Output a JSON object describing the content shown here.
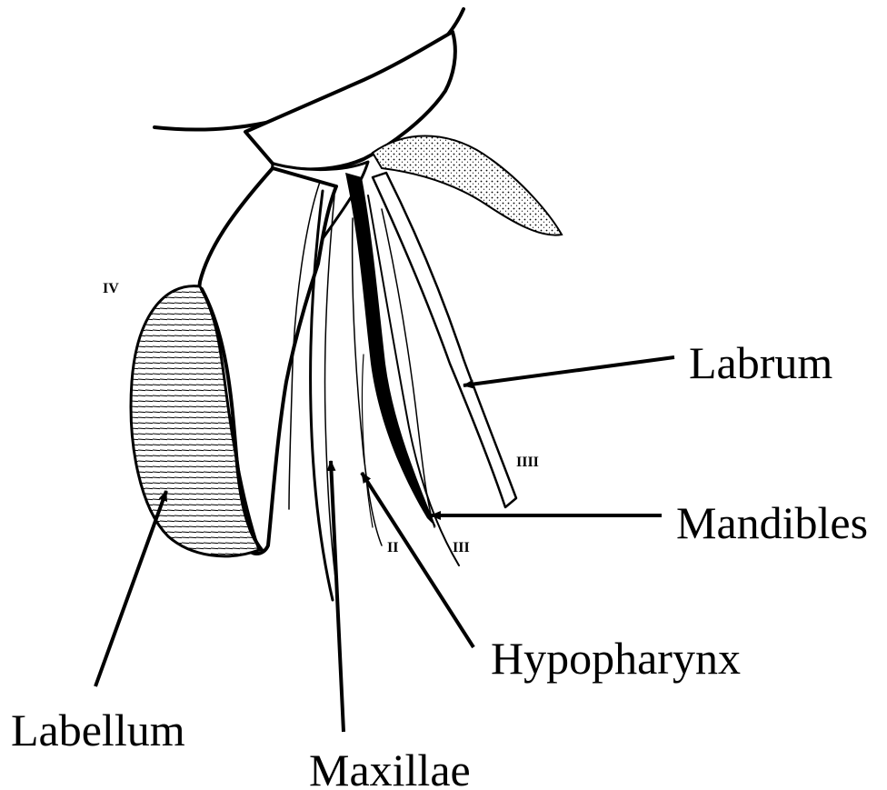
{
  "labels": {
    "labrum": "Labrum",
    "mandibles": "Mandibles",
    "hypopharynx": "Hypopharynx",
    "labellum": "Labellum",
    "maxillae": "Maxillae"
  },
  "part_marks": {
    "iv": "IV",
    "iiii": "IIII",
    "iii": "III",
    "ii": "II"
  },
  "colors": {
    "ink": "#000000",
    "background": "#ffffff"
  }
}
